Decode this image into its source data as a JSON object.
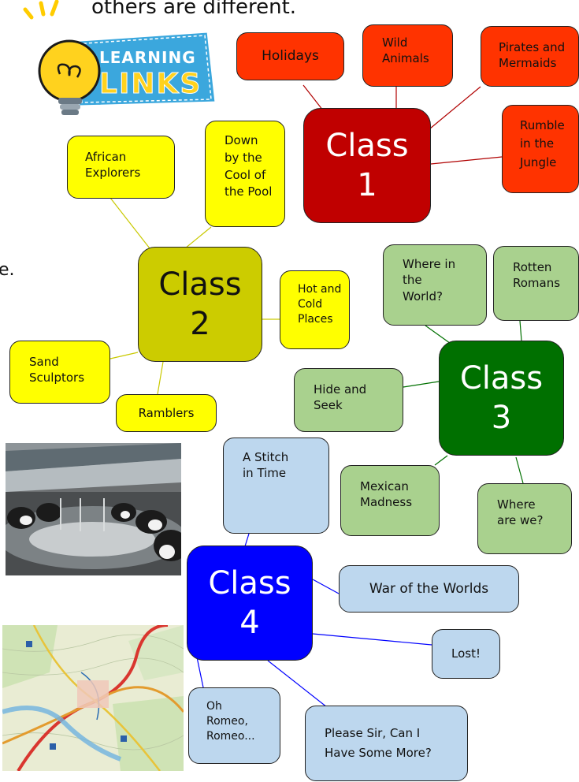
{
  "heading": "others are different.",
  "edge_fragment": "e.",
  "logo": {
    "line1": "LEARNING",
    "line2": "LINKS"
  },
  "colors": {
    "class1": "#c00000",
    "class1_topic": "#ff3300",
    "class2": "#cccc00",
    "class2_topic": "#ffff00",
    "class3": "#007000",
    "class3_topic": "#a9d18e",
    "class4": "#0000ff",
    "class4_topic": "#bdd7ee"
  },
  "class1": {
    "hub": {
      "word": "Class",
      "number": "1"
    },
    "topics": [
      "Holidays",
      "Wild\nAnimals",
      "Pirates and\nMermaids",
      "Rumble\nin the\nJungle"
    ]
  },
  "class2": {
    "hub": {
      "word": "Class",
      "number": "2"
    },
    "topics": [
      "African\nExplorers",
      "Down\nby the\nCool of\nthe Pool",
      "Hot and\nCold\nPlaces",
      "Sand\nSculptors",
      "Ramblers"
    ]
  },
  "class3": {
    "hub": {
      "word": "Class",
      "number": "3"
    },
    "topics": [
      "Where in\nthe\nWorld?",
      "Rotten\nRomans",
      "Hide and\nSeek",
      "Mexican\nMadness",
      "Where\nare we?"
    ]
  },
  "class4": {
    "hub": {
      "word": "Class",
      "number": "4"
    },
    "topics": [
      "A Stitch\nin Time",
      "War of the Worlds",
      "Lost!",
      "Oh\nRomeo,\nRomeo...",
      "Please Sir, Can I\nHave Some More?"
    ]
  }
}
